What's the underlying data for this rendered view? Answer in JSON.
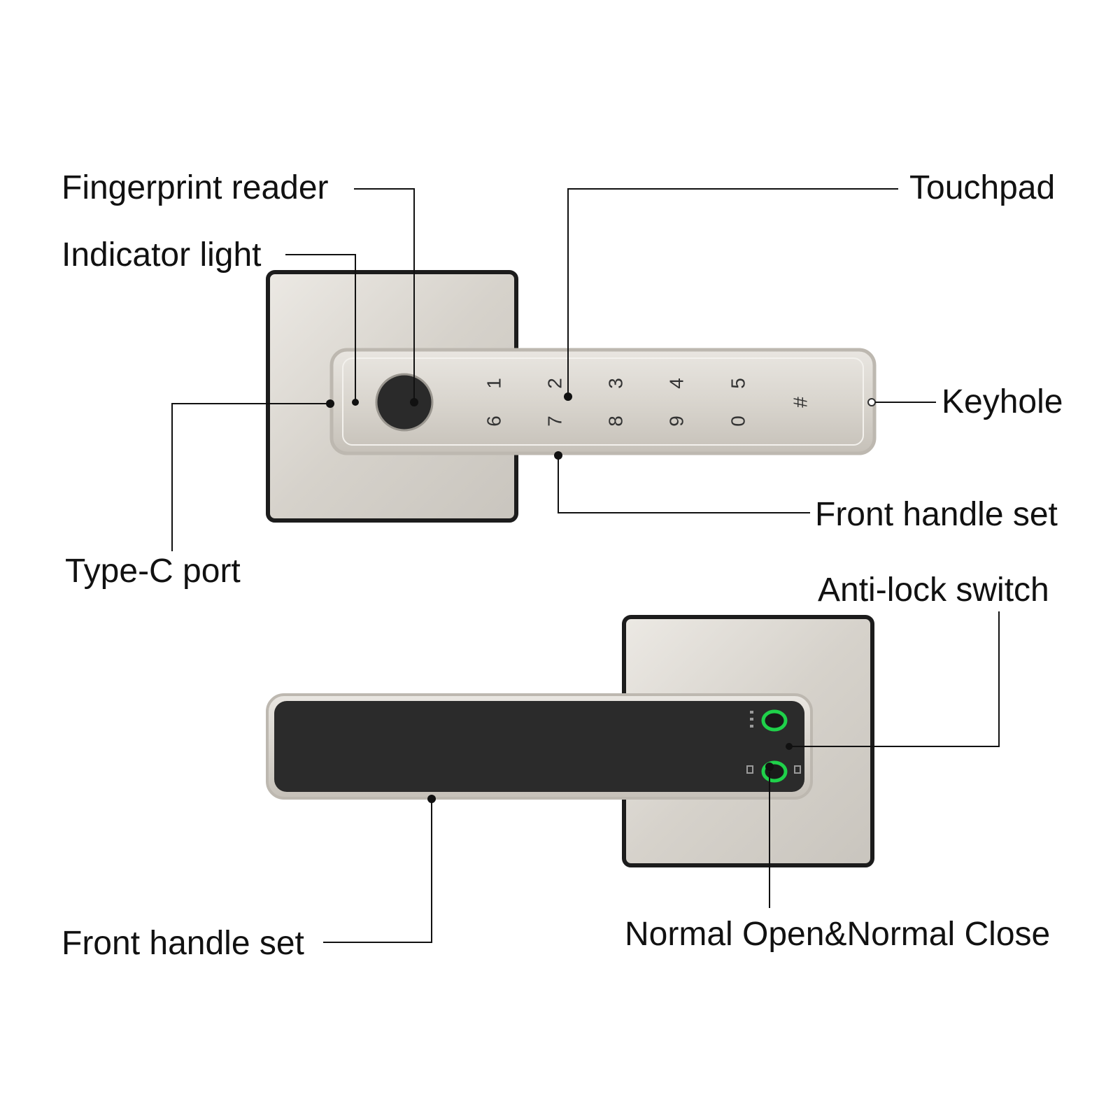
{
  "labels": {
    "fingerprint_reader": "Fingerprint reader",
    "indicator_light": "Indicator light",
    "touchpad": "Touchpad",
    "keyhole": "Keyhole",
    "front_handle_set_top": "Front handle set",
    "type_c_port": "Type-C port",
    "anti_lock_switch": "Anti-lock switch",
    "front_handle_set_bottom": "Front handle set",
    "normal_open_close": "Normal Open&Normal Close"
  },
  "keypad": {
    "top_row": [
      "1",
      "2",
      "3",
      "4",
      "5"
    ],
    "bottom_row": [
      "6",
      "7",
      "8",
      "9",
      "0"
    ],
    "hash": "#"
  },
  "colors": {
    "metal": "#d8d5cf",
    "dark": "#2b2b2b",
    "indicator": "#1fd14a",
    "line": "#111111"
  }
}
